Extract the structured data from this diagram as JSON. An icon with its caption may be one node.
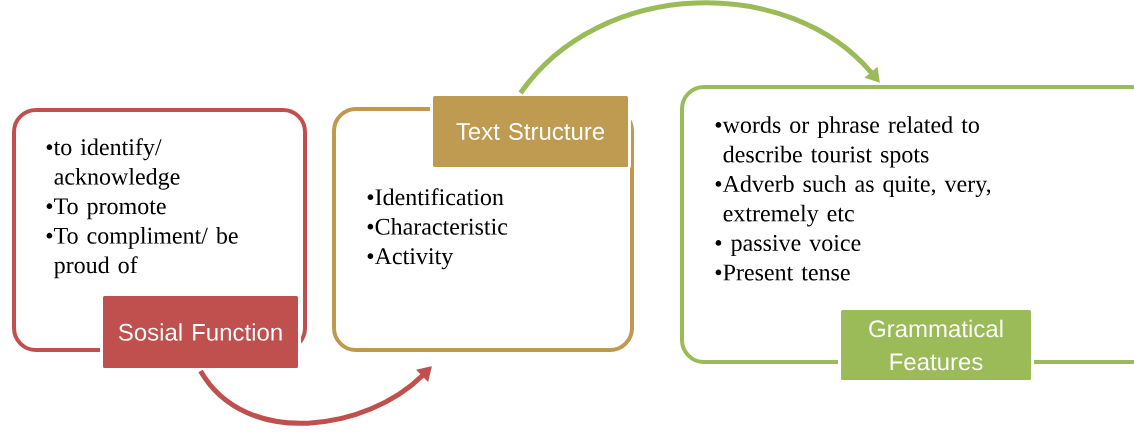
{
  "diagram": {
    "nodes": [
      {
        "text": [
          "•to identify/ acknowledge",
          "•To promote",
          "•To compliment/ be proud of"
        ]
      },
      {
        "text": [
          "Sosial Function"
        ]
      },
      {
        "text": [
          "•Identification",
          "•Characteristic",
          "•Activity"
        ]
      },
      {
        "text": [
          "Text Structure"
        ]
      },
      {
        "text": [
          "•words or phrase related to describe tourist spots",
          "•Adverb such as quite, very, extremely etc",
          "• passive voice",
          "•Present tense"
        ]
      },
      {
        "text": [
          "Grammatical Features"
        ]
      }
    ],
    "edges": [
      {
        "from": 1,
        "to": 2,
        "arrow": "to",
        "color": "#c0504d"
      },
      {
        "from": 3,
        "to": 4,
        "arrow": "to",
        "color": "#9bbb59"
      }
    ]
  }
}
